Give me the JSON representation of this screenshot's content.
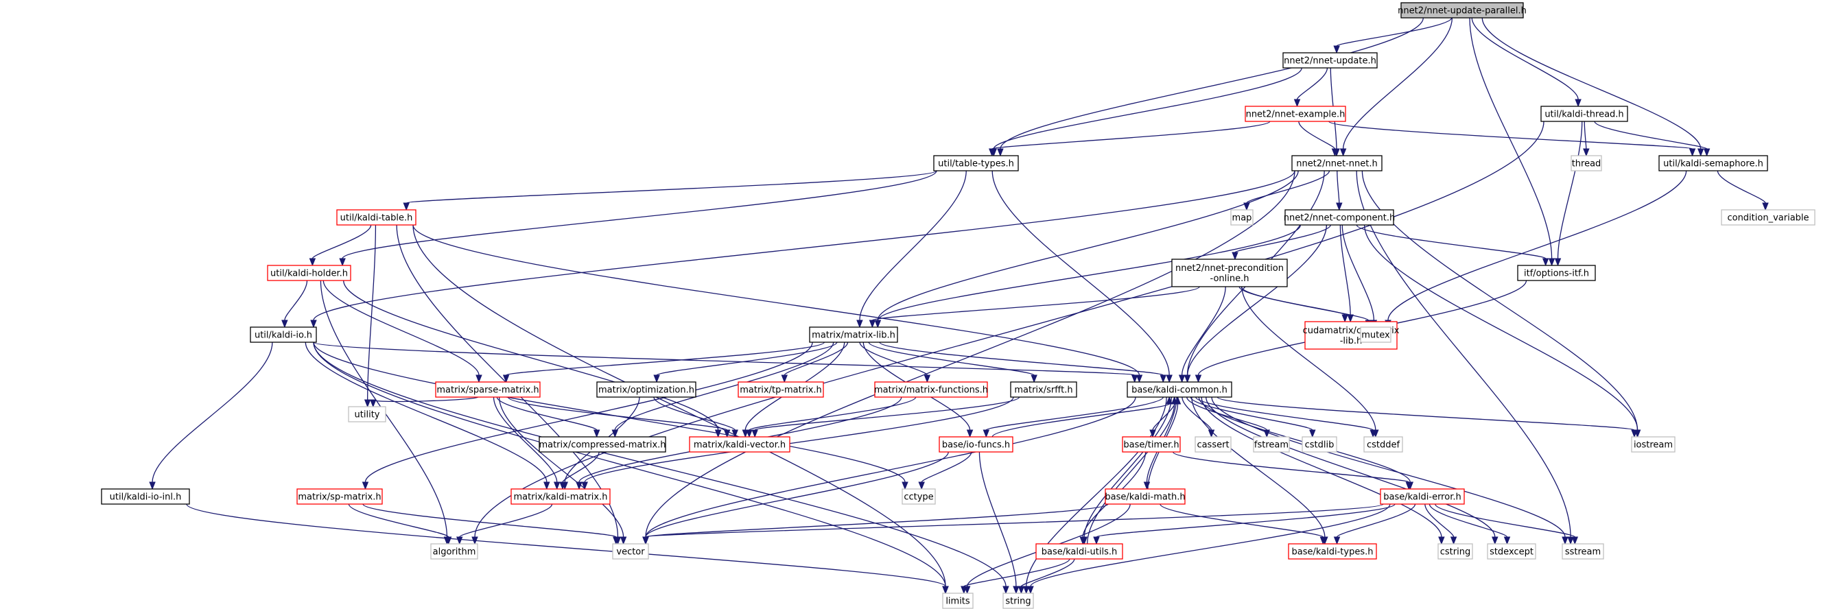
{
  "graph": {
    "colors": {
      "edge": "#191970",
      "root_fill": "#bfbfbf",
      "normal_border": "#000000",
      "truncated_border": "#ff0000",
      "external_border": "#bfbfbf"
    },
    "nodes": [
      {
        "id": "root",
        "label": [
          "nnet2/nnet-update-parallel.h"
        ],
        "kind": "root"
      },
      {
        "id": "nnet_update",
        "label": [
          "nnet2/nnet-update.h"
        ],
        "kind": "normal"
      },
      {
        "id": "nnet_example",
        "label": [
          "nnet2/nnet-example.h"
        ],
        "kind": "truncated"
      },
      {
        "id": "kaldi_thread",
        "label": [
          "util/kaldi-thread.h"
        ],
        "kind": "normal"
      },
      {
        "id": "table_types",
        "label": [
          "util/table-types.h"
        ],
        "kind": "normal"
      },
      {
        "id": "nnet_nnet",
        "label": [
          "nnet2/nnet-nnet.h"
        ],
        "kind": "normal"
      },
      {
        "id": "thread",
        "label": [
          "thread"
        ],
        "kind": "external"
      },
      {
        "id": "kaldi_semaphore",
        "label": [
          "util/kaldi-semaphore.h"
        ],
        "kind": "normal"
      },
      {
        "id": "kaldi_table",
        "label": [
          "util/kaldi-table.h"
        ],
        "kind": "truncated"
      },
      {
        "id": "map",
        "label": [
          "map"
        ],
        "kind": "external"
      },
      {
        "id": "nnet_component",
        "label": [
          "nnet2/nnet-component.h"
        ],
        "kind": "normal"
      },
      {
        "id": "condition_variable",
        "label": [
          "condition_variable"
        ],
        "kind": "external"
      },
      {
        "id": "kaldi_holder",
        "label": [
          "util/kaldi-holder.h"
        ],
        "kind": "truncated"
      },
      {
        "id": "nnet_precondition",
        "label": [
          "nnet2/nnet-precondition",
          "-online.h"
        ],
        "kind": "normal"
      },
      {
        "id": "options_itf",
        "label": [
          "itf/options-itf.h"
        ],
        "kind": "normal"
      },
      {
        "id": "kaldi_io",
        "label": [
          "util/kaldi-io.h"
        ],
        "kind": "normal"
      },
      {
        "id": "matrix_lib",
        "label": [
          "matrix/matrix-lib.h"
        ],
        "kind": "normal"
      },
      {
        "id": "cu_matrix_lib",
        "label": [
          "cudamatrix/cu-matrix",
          "-lib.h"
        ],
        "kind": "truncated"
      },
      {
        "id": "mutex",
        "label": [
          "mutex"
        ],
        "kind": "external"
      },
      {
        "id": "sparse_matrix",
        "label": [
          "matrix/sparse-matrix.h"
        ],
        "kind": "truncated"
      },
      {
        "id": "optimization",
        "label": [
          "matrix/optimization.h"
        ],
        "kind": "normal"
      },
      {
        "id": "tp_matrix",
        "label": [
          "matrix/tp-matrix.h"
        ],
        "kind": "truncated"
      },
      {
        "id": "matrix_functions",
        "label": [
          "matrix/matrix-functions.h"
        ],
        "kind": "truncated"
      },
      {
        "id": "srfft",
        "label": [
          "matrix/srfft.h"
        ],
        "kind": "normal"
      },
      {
        "id": "kaldi_common",
        "label": [
          "base/kaldi-common.h"
        ],
        "kind": "normal"
      },
      {
        "id": "utility",
        "label": [
          "utility"
        ],
        "kind": "external"
      },
      {
        "id": "compressed_matrix",
        "label": [
          "matrix/compressed-matrix.h"
        ],
        "kind": "normal"
      },
      {
        "id": "kaldi_vector",
        "label": [
          "matrix/kaldi-vector.h"
        ],
        "kind": "truncated"
      },
      {
        "id": "io_funcs",
        "label": [
          "base/io-funcs.h"
        ],
        "kind": "truncated"
      },
      {
        "id": "timer",
        "label": [
          "base/timer.h"
        ],
        "kind": "truncated"
      },
      {
        "id": "cassert",
        "label": [
          "cassert"
        ],
        "kind": "external"
      },
      {
        "id": "fstream",
        "label": [
          "fstream"
        ],
        "kind": "external"
      },
      {
        "id": "cstdlib",
        "label": [
          "cstdlib"
        ],
        "kind": "external"
      },
      {
        "id": "cstddef",
        "label": [
          "cstddef"
        ],
        "kind": "external"
      },
      {
        "id": "iostream",
        "label": [
          "iostream"
        ],
        "kind": "external"
      },
      {
        "id": "kaldi_io_inl",
        "label": [
          "util/kaldi-io-inl.h"
        ],
        "kind": "normal"
      },
      {
        "id": "sp_matrix",
        "label": [
          "matrix/sp-matrix.h"
        ],
        "kind": "truncated"
      },
      {
        "id": "kaldi_matrix",
        "label": [
          "matrix/kaldi-matrix.h"
        ],
        "kind": "truncated"
      },
      {
        "id": "cctype",
        "label": [
          "cctype"
        ],
        "kind": "external"
      },
      {
        "id": "kaldi_math",
        "label": [
          "base/kaldi-math.h"
        ],
        "kind": "truncated"
      },
      {
        "id": "kaldi_error",
        "label": [
          "base/kaldi-error.h"
        ],
        "kind": "truncated"
      },
      {
        "id": "algorithm",
        "label": [
          "algorithm"
        ],
        "kind": "external"
      },
      {
        "id": "vector",
        "label": [
          "vector"
        ],
        "kind": "external"
      },
      {
        "id": "kaldi_utils",
        "label": [
          "base/kaldi-utils.h"
        ],
        "kind": "truncated"
      },
      {
        "id": "kaldi_types",
        "label": [
          "base/kaldi-types.h"
        ],
        "kind": "truncated"
      },
      {
        "id": "cstring",
        "label": [
          "cstring"
        ],
        "kind": "external"
      },
      {
        "id": "stdexcept",
        "label": [
          "stdexcept"
        ],
        "kind": "external"
      },
      {
        "id": "sstream",
        "label": [
          "sstream"
        ],
        "kind": "external"
      },
      {
        "id": "limits",
        "label": [
          "limits"
        ],
        "kind": "external"
      },
      {
        "id": "string",
        "label": [
          "string"
        ],
        "kind": "external"
      }
    ],
    "edges": [
      [
        "root",
        "nnet_update"
      ],
      [
        "root",
        "table_types"
      ],
      [
        "root",
        "nnet_nnet"
      ],
      [
        "root",
        "kaldi_thread"
      ],
      [
        "root",
        "kaldi_semaphore"
      ],
      [
        "root",
        "options_itf"
      ],
      [
        "nnet_update",
        "nnet_example"
      ],
      [
        "nnet_update",
        "table_types"
      ],
      [
        "nnet_update",
        "nnet_nnet"
      ],
      [
        "nnet_example",
        "nnet_nnet"
      ],
      [
        "nnet_example",
        "table_types"
      ],
      [
        "nnet_example",
        "kaldi_semaphore"
      ],
      [
        "kaldi_thread",
        "thread"
      ],
      [
        "kaldi_thread",
        "kaldi_semaphore"
      ],
      [
        "kaldi_thread",
        "options_itf"
      ],
      [
        "kaldi_thread",
        "algorithm"
      ],
      [
        "kaldi_semaphore",
        "mutex"
      ],
      [
        "kaldi_semaphore",
        "condition_variable"
      ],
      [
        "table_types",
        "kaldi_table"
      ],
      [
        "table_types",
        "kaldi_holder"
      ],
      [
        "table_types",
        "matrix_lib"
      ],
      [
        "table_types",
        "kaldi_common"
      ],
      [
        "nnet_nnet",
        "map"
      ],
      [
        "nnet_nnet",
        "nnet_component"
      ],
      [
        "nnet_nnet",
        "kaldi_io"
      ],
      [
        "nnet_nnet",
        "matrix_lib"
      ],
      [
        "nnet_nnet",
        "kaldi_common"
      ],
      [
        "nnet_nnet",
        "iostream"
      ],
      [
        "nnet_nnet",
        "sstream"
      ],
      [
        "nnet_nnet",
        "vector"
      ],
      [
        "nnet_component",
        "nnet_precondition"
      ],
      [
        "nnet_component",
        "options_itf"
      ],
      [
        "nnet_component",
        "cu_matrix_lib"
      ],
      [
        "nnet_component",
        "mutex"
      ],
      [
        "nnet_component",
        "matrix_lib"
      ],
      [
        "nnet_component",
        "kaldi_common"
      ],
      [
        "nnet_component",
        "iostream"
      ],
      [
        "nnet_precondition",
        "matrix_lib"
      ],
      [
        "nnet_precondition",
        "cu_matrix_lib"
      ],
      [
        "nnet_precondition",
        "mutex"
      ],
      [
        "nnet_precondition",
        "kaldi_common"
      ],
      [
        "nnet_precondition",
        "cstddef"
      ],
      [
        "options_itf",
        "kaldi_common"
      ],
      [
        "kaldi_table",
        "kaldi_holder"
      ],
      [
        "kaldi_table",
        "utility"
      ],
      [
        "kaldi_table",
        "kaldi_common"
      ],
      [
        "kaldi_table",
        "limits"
      ],
      [
        "kaldi_table",
        "vector"
      ],
      [
        "kaldi_holder",
        "kaldi_io"
      ],
      [
        "kaldi_holder",
        "sparse_matrix"
      ],
      [
        "kaldi_holder",
        "kaldi_vector"
      ],
      [
        "kaldi_holder",
        "algorithm"
      ],
      [
        "kaldi_io",
        "kaldi_common"
      ],
      [
        "kaldi_io",
        "kaldi_io_inl"
      ],
      [
        "kaldi_io",
        "kaldi_matrix"
      ],
      [
        "kaldi_io",
        "cctype"
      ],
      [
        "kaldi_io",
        "string"
      ],
      [
        "kaldi_io",
        "limits"
      ],
      [
        "matrix_lib",
        "sparse_matrix"
      ],
      [
        "matrix_lib",
        "optimization"
      ],
      [
        "matrix_lib",
        "tp_matrix"
      ],
      [
        "matrix_lib",
        "matrix_functions"
      ],
      [
        "matrix_lib",
        "srfft"
      ],
      [
        "matrix_lib",
        "kaldi_vector"
      ],
      [
        "matrix_lib",
        "sp_matrix"
      ],
      [
        "matrix_lib",
        "kaldi_common"
      ],
      [
        "matrix_lib",
        "compressed_matrix"
      ],
      [
        "matrix_lib",
        "io_funcs"
      ],
      [
        "sparse_matrix",
        "utility"
      ],
      [
        "sparse_matrix",
        "compressed_matrix"
      ],
      [
        "sparse_matrix",
        "kaldi_vector"
      ],
      [
        "sparse_matrix",
        "kaldi_matrix"
      ],
      [
        "sparse_matrix",
        "vector"
      ],
      [
        "optimization",
        "kaldi_vector"
      ],
      [
        "optimization",
        "kaldi_matrix"
      ],
      [
        "matrix_functions",
        "kaldi_vector"
      ],
      [
        "matrix_functions",
        "kaldi_matrix"
      ],
      [
        "srfft",
        "kaldi_vector"
      ],
      [
        "srfft",
        "kaldi_matrix"
      ],
      [
        "compressed_matrix",
        "kaldi_matrix"
      ],
      [
        "sp_matrix",
        "algorithm"
      ],
      [
        "sp_matrix",
        "vector"
      ],
      [
        "kaldi_matrix",
        "algorithm"
      ],
      [
        "kaldi_io_inl",
        "limits"
      ],
      [
        "kaldi_common",
        "io_funcs"
      ],
      [
        "kaldi_common",
        "timer"
      ],
      [
        "kaldi_common",
        "kaldi_math"
      ],
      [
        "kaldi_common",
        "kaldi_error"
      ],
      [
        "kaldi_common",
        "kaldi_utils"
      ],
      [
        "kaldi_common",
        "kaldi_types"
      ],
      [
        "kaldi_common",
        "cassert"
      ],
      [
        "kaldi_common",
        "fstream"
      ],
      [
        "kaldi_common",
        "cstdlib"
      ],
      [
        "kaldi_common",
        "cstddef"
      ],
      [
        "kaldi_common",
        "iostream"
      ],
      [
        "kaldi_common",
        "cstring"
      ],
      [
        "kaldi_common",
        "stdexcept"
      ],
      [
        "kaldi_common",
        "sstream"
      ],
      [
        "kaldi_common",
        "string"
      ],
      [
        "kaldi_common",
        "vector"
      ],
      [
        "io_funcs",
        "cctype"
      ],
      [
        "io_funcs",
        "vector"
      ],
      [
        "io_funcs",
        "string"
      ],
      [
        "io_funcs",
        "kaldi_common"
      ],
      [
        "timer",
        "kaldi_error"
      ],
      [
        "timer",
        "kaldi_utils"
      ],
      [
        "kaldi_math",
        "kaldi_types"
      ],
      [
        "kaldi_math",
        "kaldi_common"
      ],
      [
        "kaldi_math",
        "limits"
      ],
      [
        "kaldi_math",
        "vector"
      ],
      [
        "kaldi_error",
        "kaldi_types"
      ],
      [
        "kaldi_error",
        "kaldi_utils"
      ],
      [
        "kaldi_error",
        "cstring"
      ],
      [
        "kaldi_error",
        "stdexcept"
      ],
      [
        "kaldi_error",
        "sstream"
      ],
      [
        "kaldi_error",
        "string"
      ],
      [
        "kaldi_error",
        "vector"
      ],
      [
        "kaldi_utils",
        "limits"
      ],
      [
        "kaldi_utils",
        "string"
      ],
      [
        "kaldi_utils",
        "kaldi_common"
      ]
    ]
  }
}
